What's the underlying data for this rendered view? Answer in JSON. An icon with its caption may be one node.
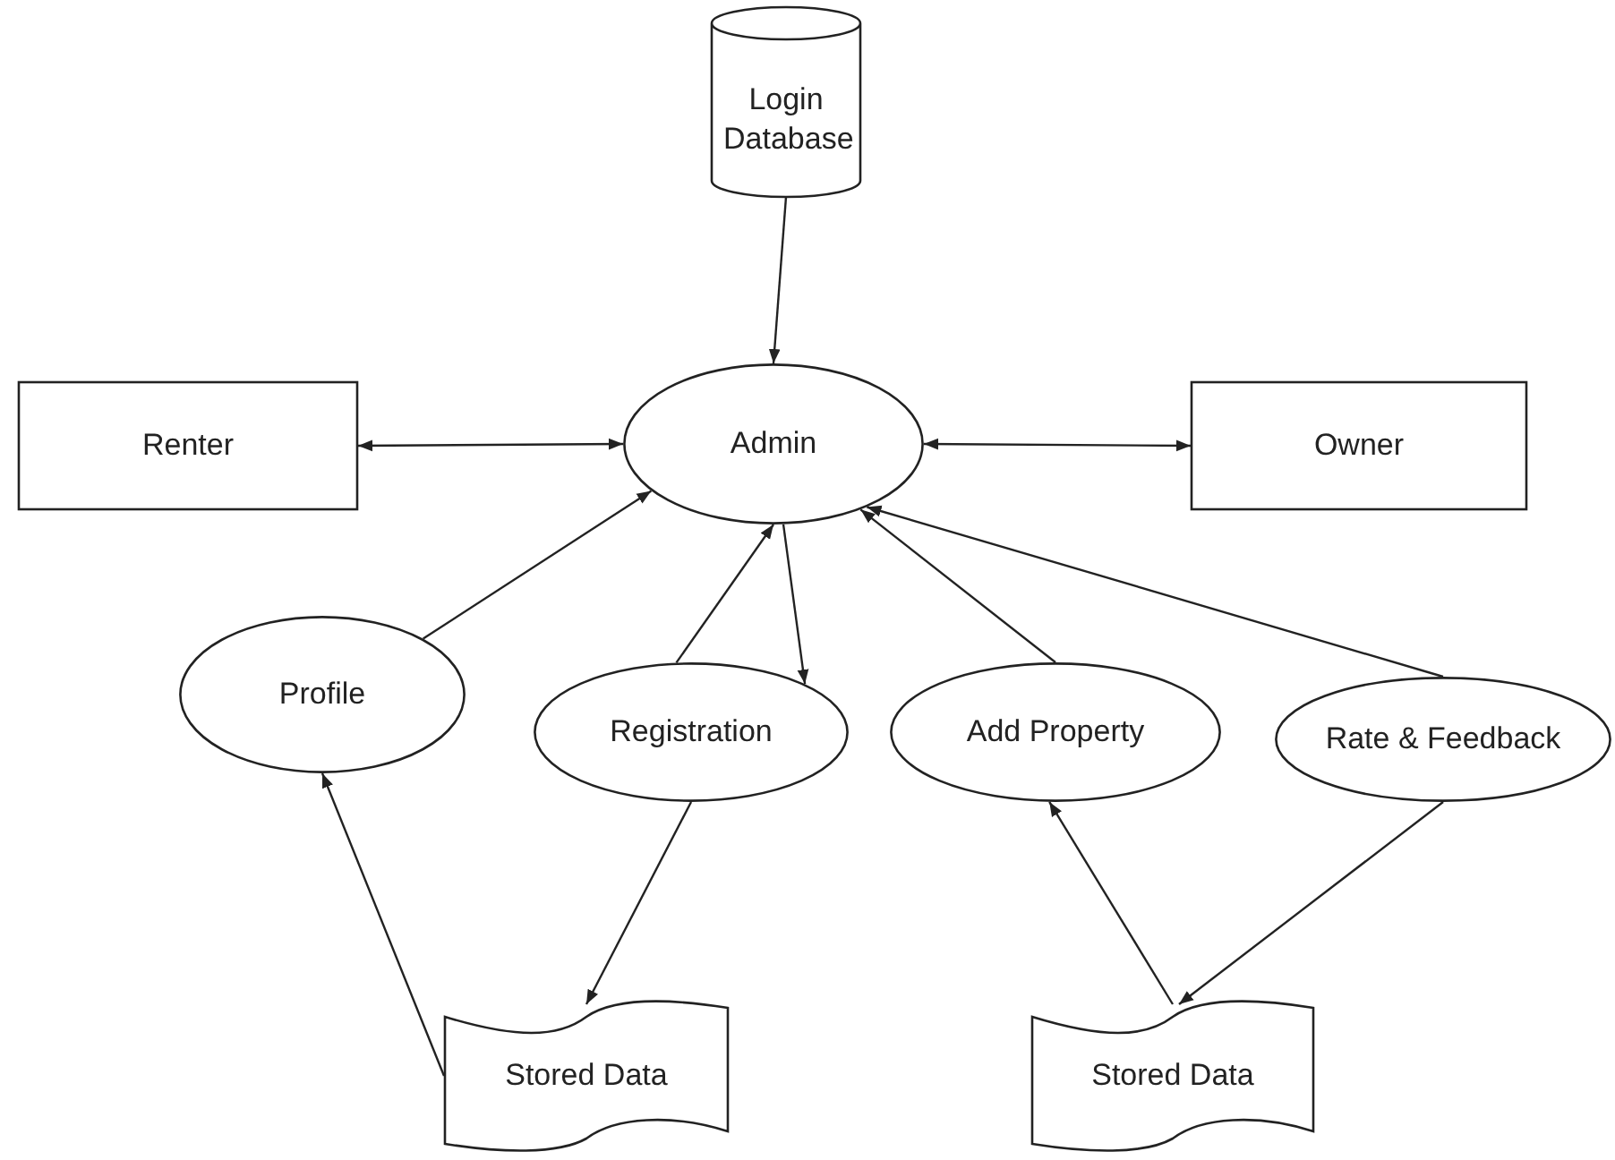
{
  "diagram": {
    "nodes": [
      {
        "text": [
          "Login Database"
        ]
      },
      {
        "text": [
          "Renter"
        ]
      },
      {
        "text": [
          "Admin"
        ]
      },
      {
        "text": [
          "Owner"
        ]
      },
      {
        "text": [
          "Profile"
        ]
      },
      {
        "text": [
          "Registration"
        ]
      },
      {
        "text": [
          "Add Property"
        ]
      },
      {
        "text": [
          "Rate & Feedback"
        ]
      },
      {
        "text": [
          "Stored Data"
        ]
      },
      {
        "text": [
          "Stored Data"
        ]
      }
    ],
    "edges": [
      {
        "from": 0,
        "to": 2,
        "arrow": "to"
      },
      {
        "from": 1,
        "to": 2,
        "arrow": "both"
      },
      {
        "from": 2,
        "to": 3,
        "arrow": "both"
      },
      {
        "from": 4,
        "to": 2,
        "arrow": "to"
      },
      {
        "from": 5,
        "to": 2,
        "arrow": "to"
      },
      {
        "from": 2,
        "to": 5,
        "arrow": "to"
      },
      {
        "from": 6,
        "to": 2,
        "arrow": "to"
      },
      {
        "from": 7,
        "to": 2,
        "arrow": "to"
      },
      {
        "from": 5,
        "to": 8,
        "arrow": "to"
      },
      {
        "from": 8,
        "to": 4,
        "arrow": "to"
      },
      {
        "from": 9,
        "to": 6,
        "arrow": "to"
      },
      {
        "from": 7,
        "to": 9,
        "arrow": "to"
      }
    ]
  }
}
